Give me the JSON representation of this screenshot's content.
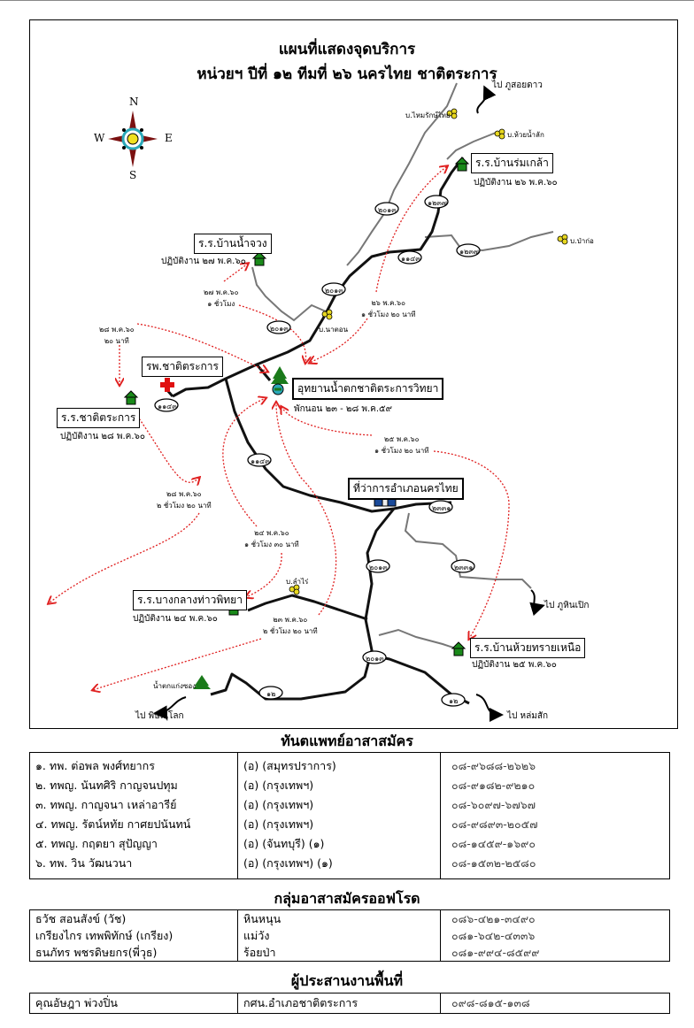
{
  "title": {
    "line1": "แผนที่แสดงจุดบริการ",
    "line2": "หน่วยฯ ปีที่ ๑๒ ทีมที่ ๒๖  นครไทย ชาติตระการ"
  },
  "compass": {
    "n": "N",
    "s": "S",
    "e": "E",
    "w": "W"
  },
  "map": {
    "directions": {
      "phusoidao": "ไป ภูสอยดาว",
      "phuhinpoek": "ไป ภูหินเปิก",
      "lomsak": "ไป หล่มสัก",
      "phitsanulok": "ไป พิษณุโลก"
    },
    "villages": {
      "maiwrakthai": "บ.ไหมรักษ์ไทย",
      "huainamlak": "บ.ห้วยน้ำลัก",
      "pako": "บ.ป่าก่อ",
      "naton": "บ.นาตอน",
      "lamrai": "บ.ลำไร่",
      "waterfall": "น้ำตกแก่งซอง"
    },
    "roads": [
      "๒๐๑๓",
      "๑๒๓๗",
      "๑๒๓๗",
      "๑๑๔๓",
      "๒๐๑๓",
      "๒๐๑๓",
      "๑๑๔๓",
      "๑๑๔๓",
      "๒๓๓๑",
      "๒๐๑๓",
      "๒๓๓๑",
      "๒๐๑๓",
      "๑๒",
      "๑๒"
    ],
    "places": {
      "romklao": {
        "name": "ร.ร.บ้านร่มเกล้า",
        "date": "ปฏิบัติงาน ๒๖ พ.ค.๖๐"
      },
      "namjuang": {
        "name": "ร.ร.บ้านน้ำจวง",
        "date": "ปฏิบัติงาน ๒๗ พ.ค.๖๐"
      },
      "hospital": {
        "name": "รพ.ชาติตระการ"
      },
      "park": {
        "name": "อุทยานน้ำตกชาติตระการวิทยา",
        "stay": "พักนอน ๒๓ - ๒๘ พ.ค.๕๙"
      },
      "chattrakan": {
        "name": "ร.ร.ชาติตระการ",
        "date": "ปฏิบัติงาน ๒๘ พ.ค.๖๐"
      },
      "district": {
        "name": "ที่ว่าการอำเภอนครไทย"
      },
      "bangklang": {
        "name": "ร.ร.บางกลางท่าวพิทยา",
        "date": "ปฏิบัติงาน ๒๔ พ.ค.๖๐"
      },
      "huaisai": {
        "name": "ร.ร.บ้านห้วยทรายเหนือ",
        "date": "ปฏิบัติงาน ๒๕ พ.ค.๖๐"
      }
    },
    "trips": [
      {
        "date": "๒๗ พ.ค.๖๐",
        "time": "๑ ชั่วโมง"
      },
      {
        "date": "๒๖ พ.ค.๖๐",
        "time": "๑ ชั่วโมง ๒๐ นาที"
      },
      {
        "date": "๒๘ พ.ค.๖๐",
        "time": "๒๐ นาที"
      },
      {
        "date": "๒๕ พ.ค.๖๐",
        "time": "๑ ชั่วโมง ๒๐ นาที"
      },
      {
        "date": "๒๘ พ.ค.๖๐",
        "time": "๒ ชั่วโมง ๒๐ นาที"
      },
      {
        "date": "๒๔ พ.ค.๖๐",
        "time": "๑ ชั่วโมง ๓๐ นาที"
      },
      {
        "date": "๒๓ พ.ค.๖๐",
        "time": "๒ ชั่วโมง ๒๐ นาที"
      }
    ]
  },
  "dentists": {
    "heading": "ทันตแพทย์อาสาสมัคร",
    "rows": [
      [
        "๑. ทพ. ต่อพล  พงศ์ทยากร",
        "(อ) (สมุทรปราการ)",
        "๐๘-๙๖๘๘-๒๖๒๖"
      ],
      [
        "๒. ทพญ. นันทศิริ  กาญจนปทุม",
        "(อ) (กรุงเทพฯ)",
        "๐๘-๙๑๘๒-๙๒๑๐"
      ],
      [
        "๓. ทพญ. กาญจนา  เหล่าอารีย์",
        "(อ) (กรุงเทพฯ)",
        "๐๘-๖๐๙๗-๖๗๖๗"
      ],
      [
        "๔. ทพญ. รัตน์หทัย  กาศยปนันทน์",
        "(อ) (กรุงเทพฯ)",
        "๐๘-๙๘๙๓-๒๐๕๗"
      ],
      [
        "๕. ทพญ. กฤตยา  สุปัญญา",
        "(อ) (จันทบุรี) (๑)",
        "๐๘-๑๔๕๙-๑๖๙๐"
      ],
      [
        "๖. ทพ. วิน  วัฒนวนา",
        "(อ) (กรุงเทพฯ) (๑)",
        "๐๘-๑๕๓๒-๒๕๘๐"
      ]
    ]
  },
  "offroad": {
    "heading": "กลุ่มอาสาสมัครออฟโรด",
    "rows": [
      [
        "ธวัช  สอนสังข์ (วัช)",
        "หินหนุน",
        "๐๘๖-๔๒๑-๓๔๙๐"
      ],
      [
        "เกรียงไกร  เทพพิทักษ์ (เกรียง)",
        "แม่วัง",
        "๐๘๑-๖๔๒-๔๓๓๖"
      ],
      [
        "ธนภัทร พชรดิษยกร(พี่วุธ)",
        "ร้อยป่า",
        "๐๘๑-๙๙๔-๘๕๙๙"
      ]
    ]
  },
  "coordinator": {
    "heading": "ผู้ประสานงานพื้นที่",
    "rows": [
      [
        "คุณอัษฎา   พ่วงปิ่น",
        "กศน.อำเภอชาติตระการ",
        "๐๙๘-๘๑๕-๑๓๘"
      ]
    ]
  }
}
